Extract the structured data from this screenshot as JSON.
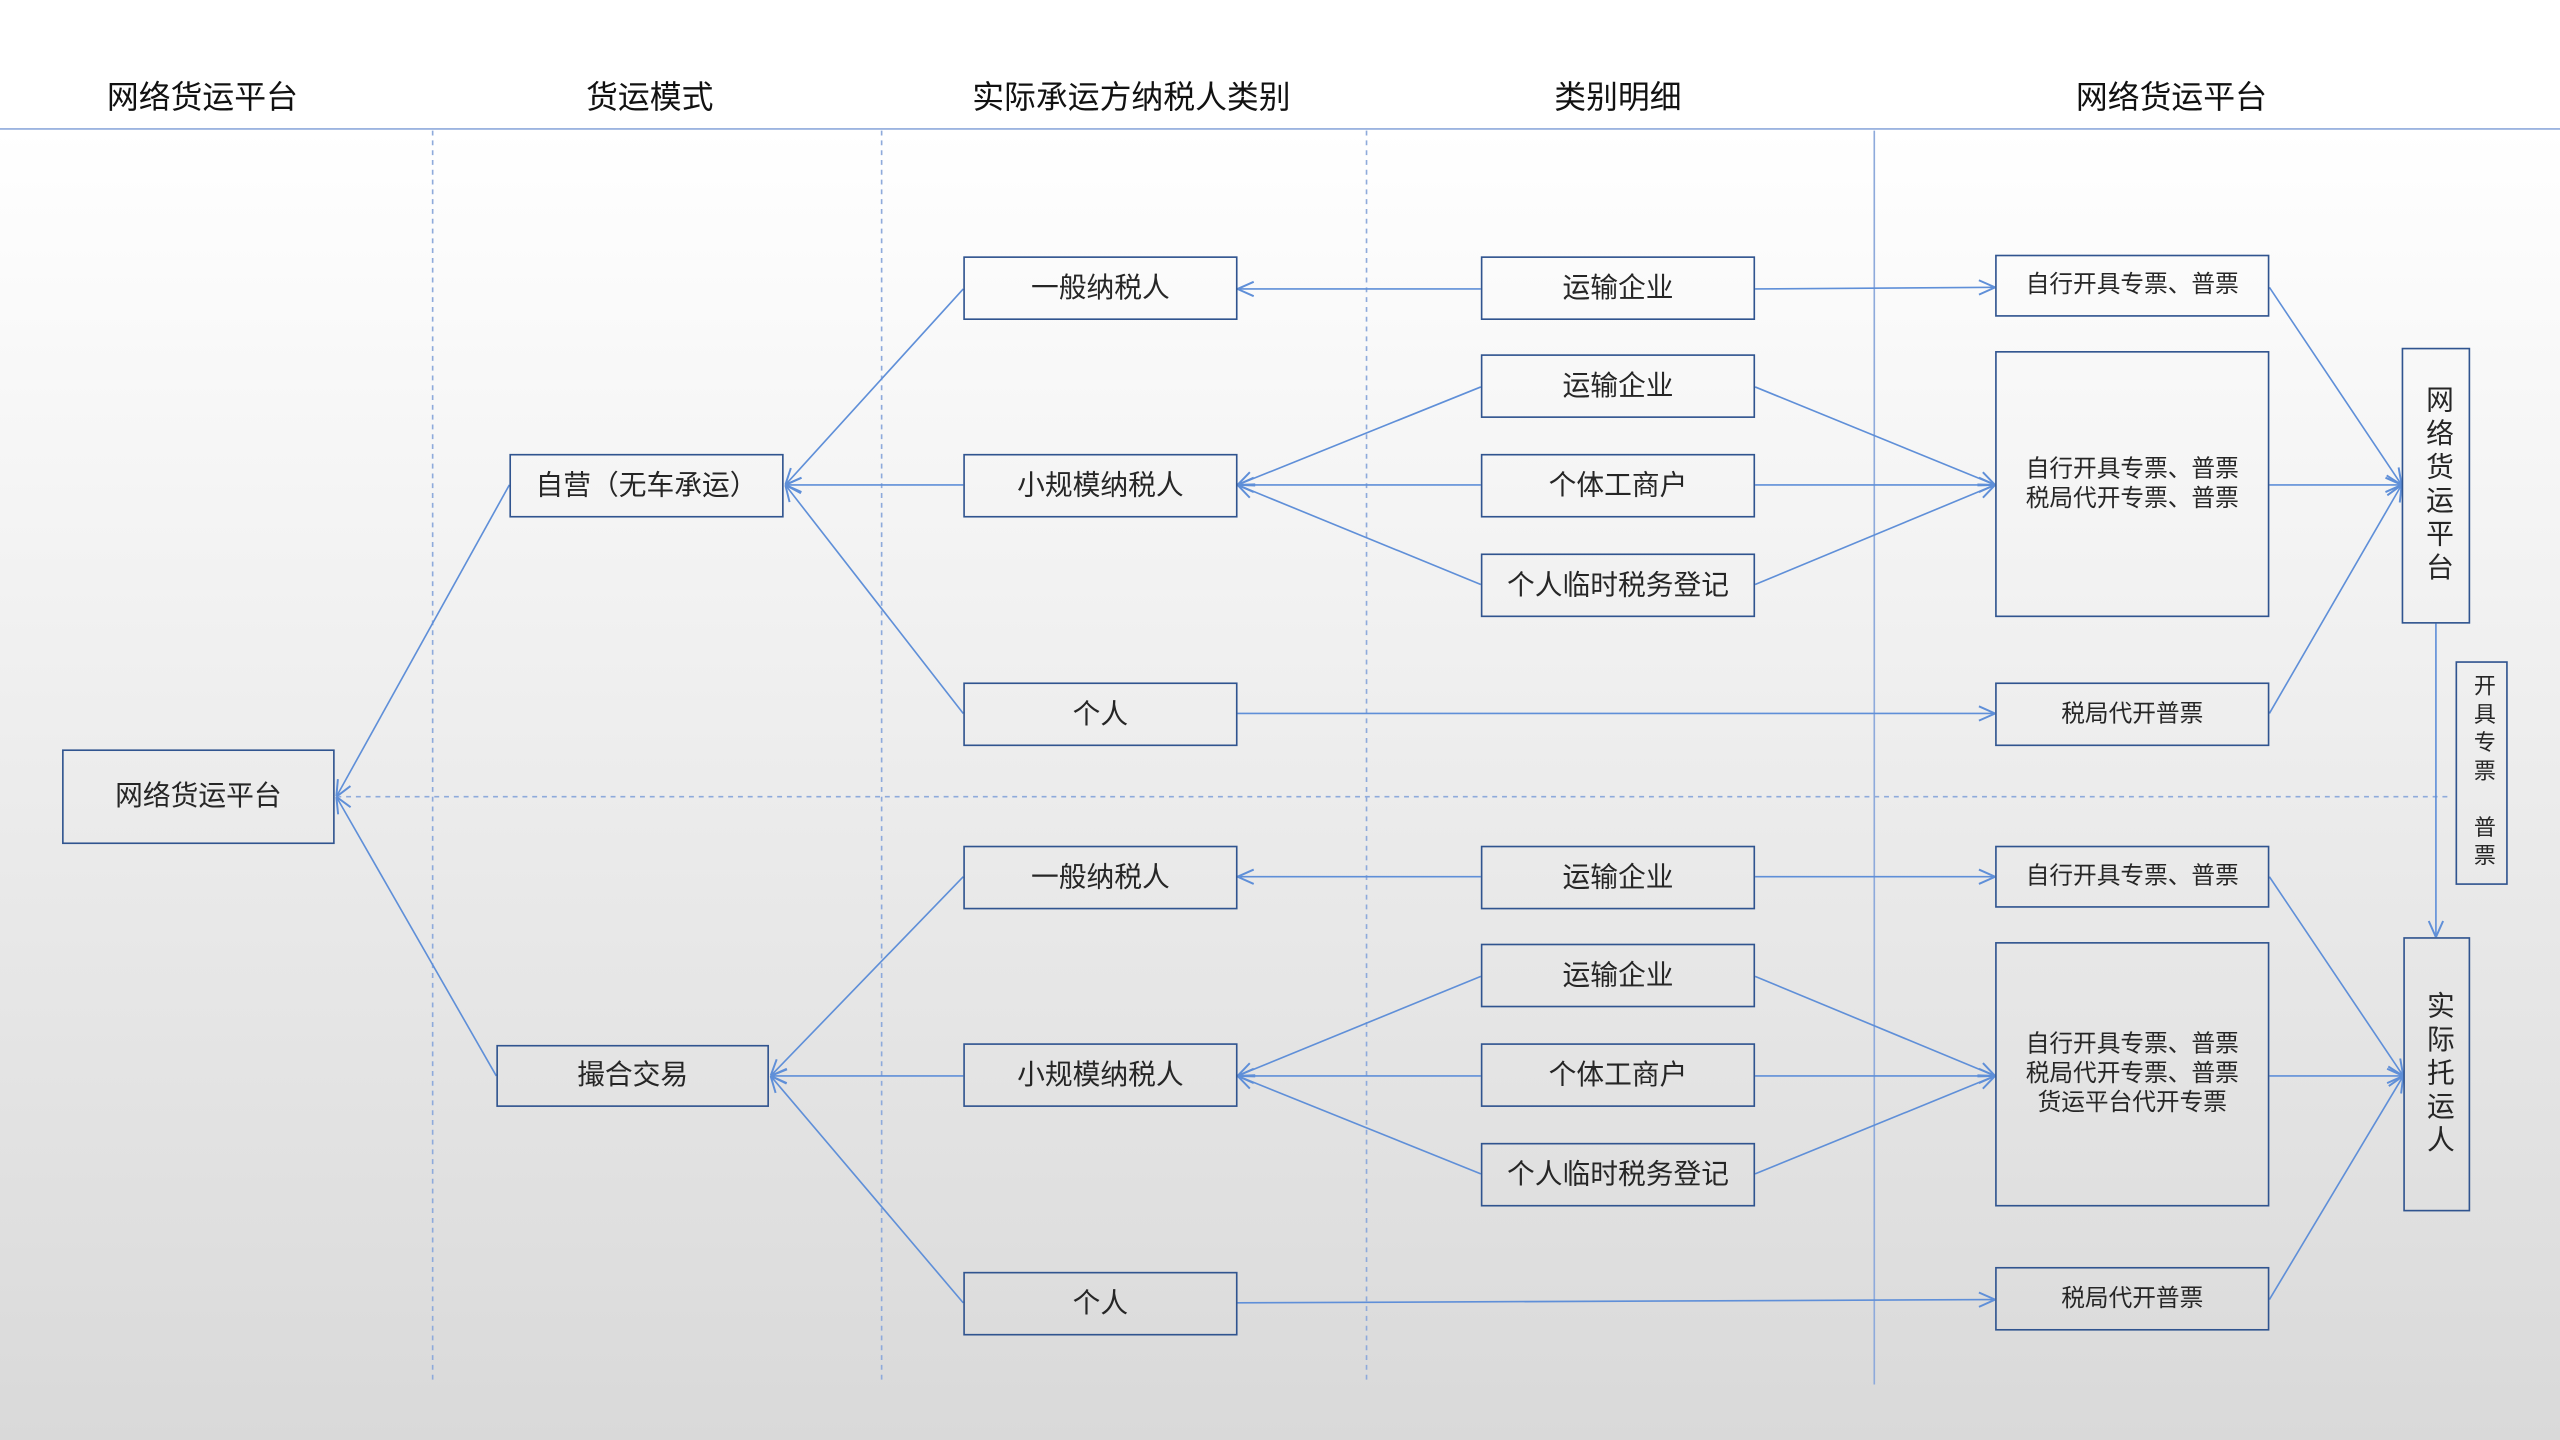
{
  "headers": {
    "col1": "网络货运平台",
    "col2": "货运模式",
    "col3": "实际承运方纳税人类别",
    "col4": "类别明细",
    "col5": "网络货运平台"
  },
  "root": {
    "label": "网络货运平台"
  },
  "modes": [
    {
      "label": "自营（无车承运）",
      "general": {
        "label": "一般纳税人",
        "details": [
          "运输企业"
        ],
        "invoice": [
          "自行开具专票、普票"
        ]
      },
      "small": {
        "label": "小规模纳税人",
        "details": [
          "运输企业",
          "个体工商户",
          "个人临时税务登记"
        ],
        "invoice": [
          "自行开具专票、普票",
          "税局代开专票、普票"
        ]
      },
      "individual": {
        "label": "个人",
        "invoice": [
          "税局代开普票"
        ]
      }
    },
    {
      "label": "撮合交易",
      "general": {
        "label": "一般纳税人",
        "details": [
          "运输企业"
        ],
        "invoice": [
          "自行开具专票、普票"
        ]
      },
      "small": {
        "label": "小规模纳税人",
        "details": [
          "运输企业",
          "个体工商户",
          "个人临时税务登记"
        ],
        "invoice": [
          "自行开具专票、普票",
          "税局代开专票、普票",
          "货运平台代开专票"
        ]
      },
      "individual": {
        "label": "个人",
        "invoice": [
          "税局代开普票"
        ]
      }
    }
  ],
  "recipients": {
    "platform": "网络货运平台",
    "shipper": "实际托运人",
    "platform_to_shipper": "开具专票　普票"
  },
  "colors": {
    "box_border": "#30548f",
    "connector": "#5f8fd8",
    "guide_line": "#8eaadb",
    "text": "#262626",
    "header_text": "#111111",
    "background_top": "#ffffff",
    "background_bottom": "#d9d9d9"
  }
}
